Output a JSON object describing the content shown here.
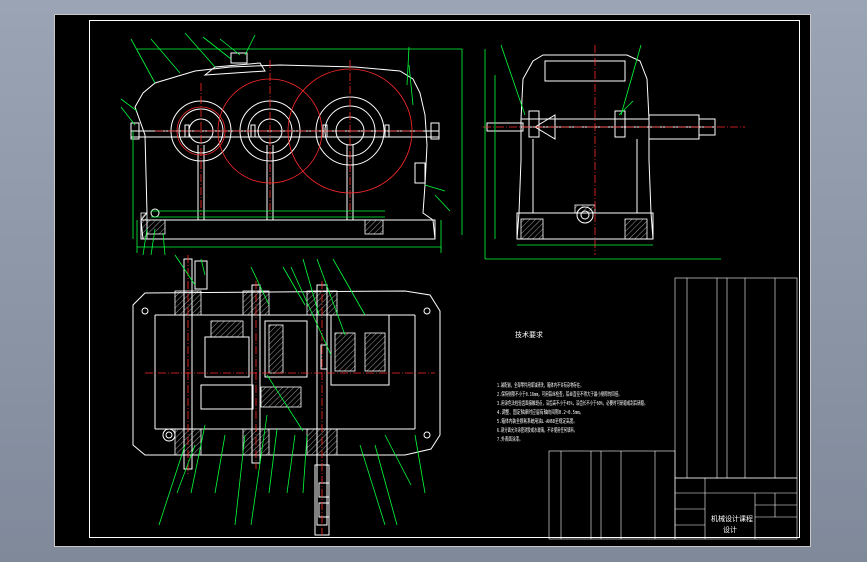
{
  "drawing": {
    "colors": {
      "background": "#000000",
      "outline": "#ffffff",
      "dimension": "#00ff3c",
      "centerline": "#ff2a2a",
      "accent": "#ff00ff"
    },
    "notes_title": "技术要求",
    "notes": [
      "1.装配前，全部零件用煤油清洗，箱体内不许有杂物存在。",
      "2.保持侧隙不小于0.16mm，可用铅丝检查，铅丝直径不得大于最小侧隙的四倍。",
      "3.用涂色法检验齿面接触斑点，沿齿高不小于45%，沿齿长不小于60%，必要时可研磨或刮后研磨。",
      "4.调整、固定轴承时应留有轴向间隙0.2~0.5mm。",
      "5.箱体内装全损耗系统用油L-AN68至规定高度。",
      "6.剖分面允许涂密封胶或水玻璃，不许使用任何填料。",
      "7.外表面涂漆。"
    ],
    "title_block": {
      "title": "机械设计课程",
      "subtitle": "设计"
    }
  }
}
